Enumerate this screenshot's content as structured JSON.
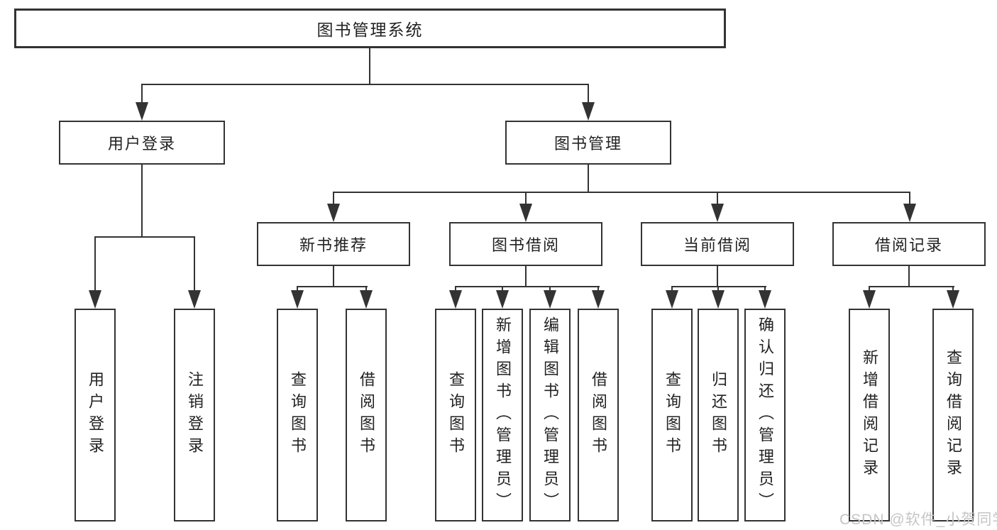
{
  "diagram_title": "图书管理系统",
  "nodes": {
    "root": "图书管理系统",
    "level2": [
      "用户登录",
      "图书管理"
    ],
    "level3": [
      "新书推荐",
      "图书借阅",
      "当前借阅",
      "借阅记录"
    ],
    "leaves": [
      "用户登录",
      "注销登录",
      "查询图书",
      "借阅图书",
      "查询图书",
      "新增图书（管理员）",
      "编辑图书（管理员）",
      "借阅图书",
      "查询图书",
      "归还图书",
      "确认归还（管理员）",
      "新增借阅记录",
      "查询借阅记录"
    ]
  },
  "watermark": "CSDN @软件_小贺同学",
  "colors": {
    "line": "#333333",
    "text": "#222222",
    "watermark": "#c5c5c5",
    "background": "#ffffff"
  }
}
